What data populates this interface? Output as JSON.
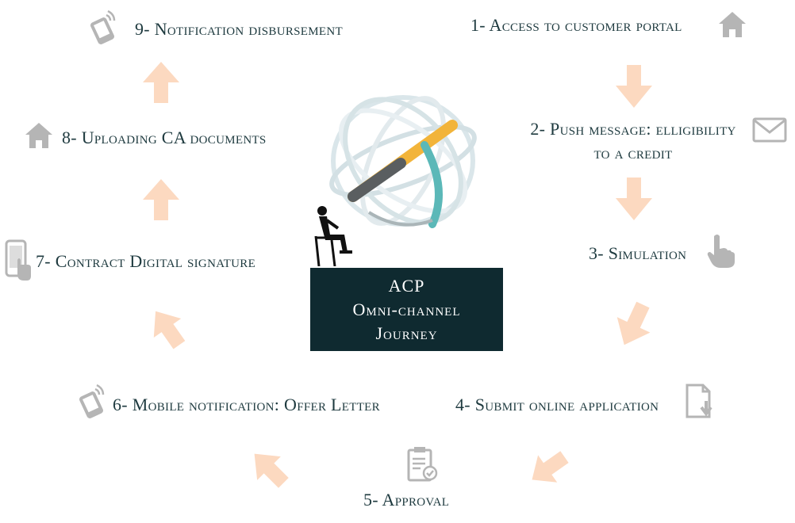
{
  "center": {
    "line1": "ACP",
    "line2": "Omni-channel",
    "line3": "Journey"
  },
  "steps": [
    {
      "label": "1- Access to customer portal",
      "icon": "home-icon"
    },
    {
      "label_line1": "2- Push message: elligibility",
      "label_line2": "to a credit",
      "icon": "envelope-icon"
    },
    {
      "label": "3- Simulation",
      "icon": "pointing-hand-icon"
    },
    {
      "label": "4- Submit online application",
      "icon": "document-download-icon"
    },
    {
      "label": "5- Approval",
      "icon": "clipboard-check-icon"
    },
    {
      "label": "6- Mobile notification: Offer Letter",
      "icon": "mobile-notification-icon"
    },
    {
      "label": "7- Contract Digital signature",
      "icon": "phone-touch-icon"
    },
    {
      "label": "8- Uploading CA documents",
      "icon": "home-icon"
    },
    {
      "label": "9- Notification disbursement",
      "icon": "mobile-notification-icon"
    }
  ],
  "colors": {
    "text": "#1e3a3f",
    "arrow": "#fcd9c0",
    "icon": "#b5b5b5",
    "center_box": "#0f2a30"
  }
}
